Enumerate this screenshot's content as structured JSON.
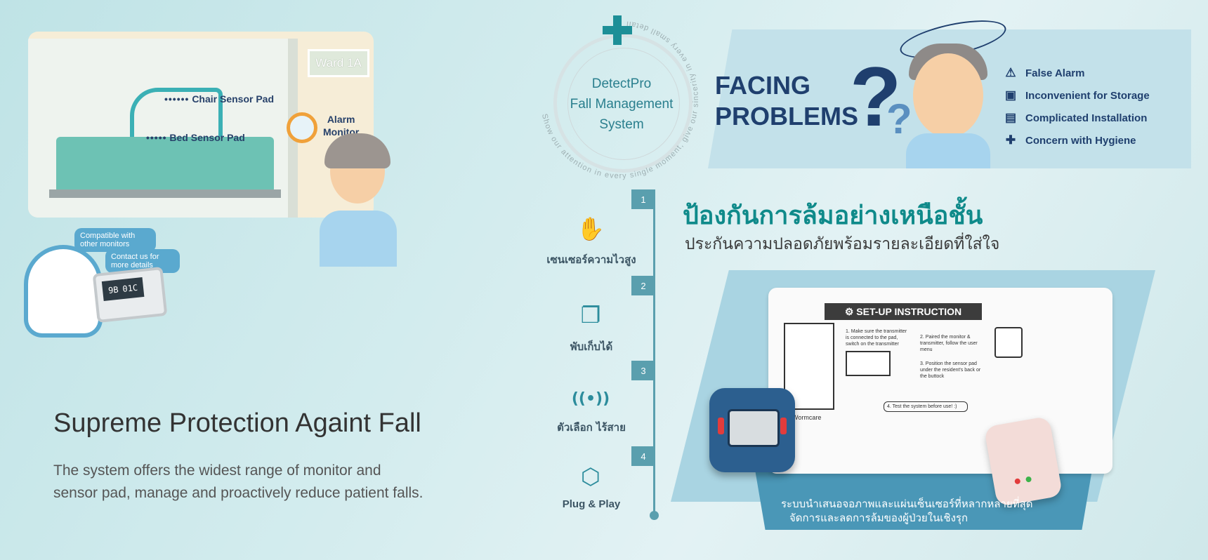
{
  "ward": {
    "sign": "Ward 1A",
    "chair_label": "Chair Sensor Pad",
    "bed_label": "Bed Sensor Pad",
    "alarm_label_1": "Alarm",
    "alarm_label_2": "Monitor"
  },
  "mascot_left": {
    "bubble_1": "Compatible with other monitors",
    "bubble_2": "Contact us for more details",
    "screen_left": "9B",
    "screen_right": "01C"
  },
  "hero": {
    "title": "Supreme Protection Againt Fall",
    "desc_line_1": "The system offers the widest range of monitor and",
    "desc_line_2": "sensor pad, manage and proactively reduce patient falls."
  },
  "circle": {
    "line_1": "DetectPro",
    "line_2": "Fall Management",
    "line_3": "System",
    "ring_text": "Show our attention in every single moment, give our sincerity in every small detail"
  },
  "problems": {
    "title_1": "FACING",
    "title_2": "PROBLEMS",
    "items": [
      {
        "icon": "alarm-icon",
        "glyph": "⚠",
        "label": "False Alarm"
      },
      {
        "icon": "box-icon",
        "glyph": "▣",
        "label": "Inconvenient for Storage"
      },
      {
        "icon": "document-icon",
        "glyph": "▤",
        "label": "Complicated Installation"
      },
      {
        "icon": "hygiene-icon",
        "glyph": "✚",
        "label": "Concern with Hygiene"
      }
    ]
  },
  "features": {
    "title": "ป้องกันการล้มอย่างเหนือชั้น",
    "subtitle": "ประกันความปลอดภัยพร้อมรายละเอียดที่ใส่ใจ",
    "items": [
      {
        "num": "1",
        "glyph": "✋",
        "icon": "touch-sensor-icon",
        "label": "เซนเซอร์ความไวสูง"
      },
      {
        "num": "2",
        "glyph": "❐",
        "icon": "fold-icon",
        "label": "พับเก็บได้"
      },
      {
        "num": "3",
        "glyph": "((•))",
        "icon": "wireless-icon",
        "label": "ตัวเลือก ไร้สาย"
      },
      {
        "num": "4",
        "glyph": "⬡",
        "icon": "plug-play-icon",
        "label": "Plug & Play"
      }
    ]
  },
  "product": {
    "board_title": "SET-UP INSTRUCTION",
    "step_1": "1. Make sure the transmitter is connected to the pad, switch on the transmitter",
    "step_2": "2. Paired the monitor & transmitter, follow the user menu",
    "step_3": "3. Position the sensor pad under the resident's back or the buttock",
    "step_4": "4. Test the system before use! :)",
    "brand": "Wormcare",
    "caption_1": "ระบบนำเสนอจอภาพและแผ่นเซ็นเซอร์ที่หลากหลายที่สุด",
    "caption_2": "จัดการและลดการล้มของผู้ป่วยในเชิงรุก"
  }
}
